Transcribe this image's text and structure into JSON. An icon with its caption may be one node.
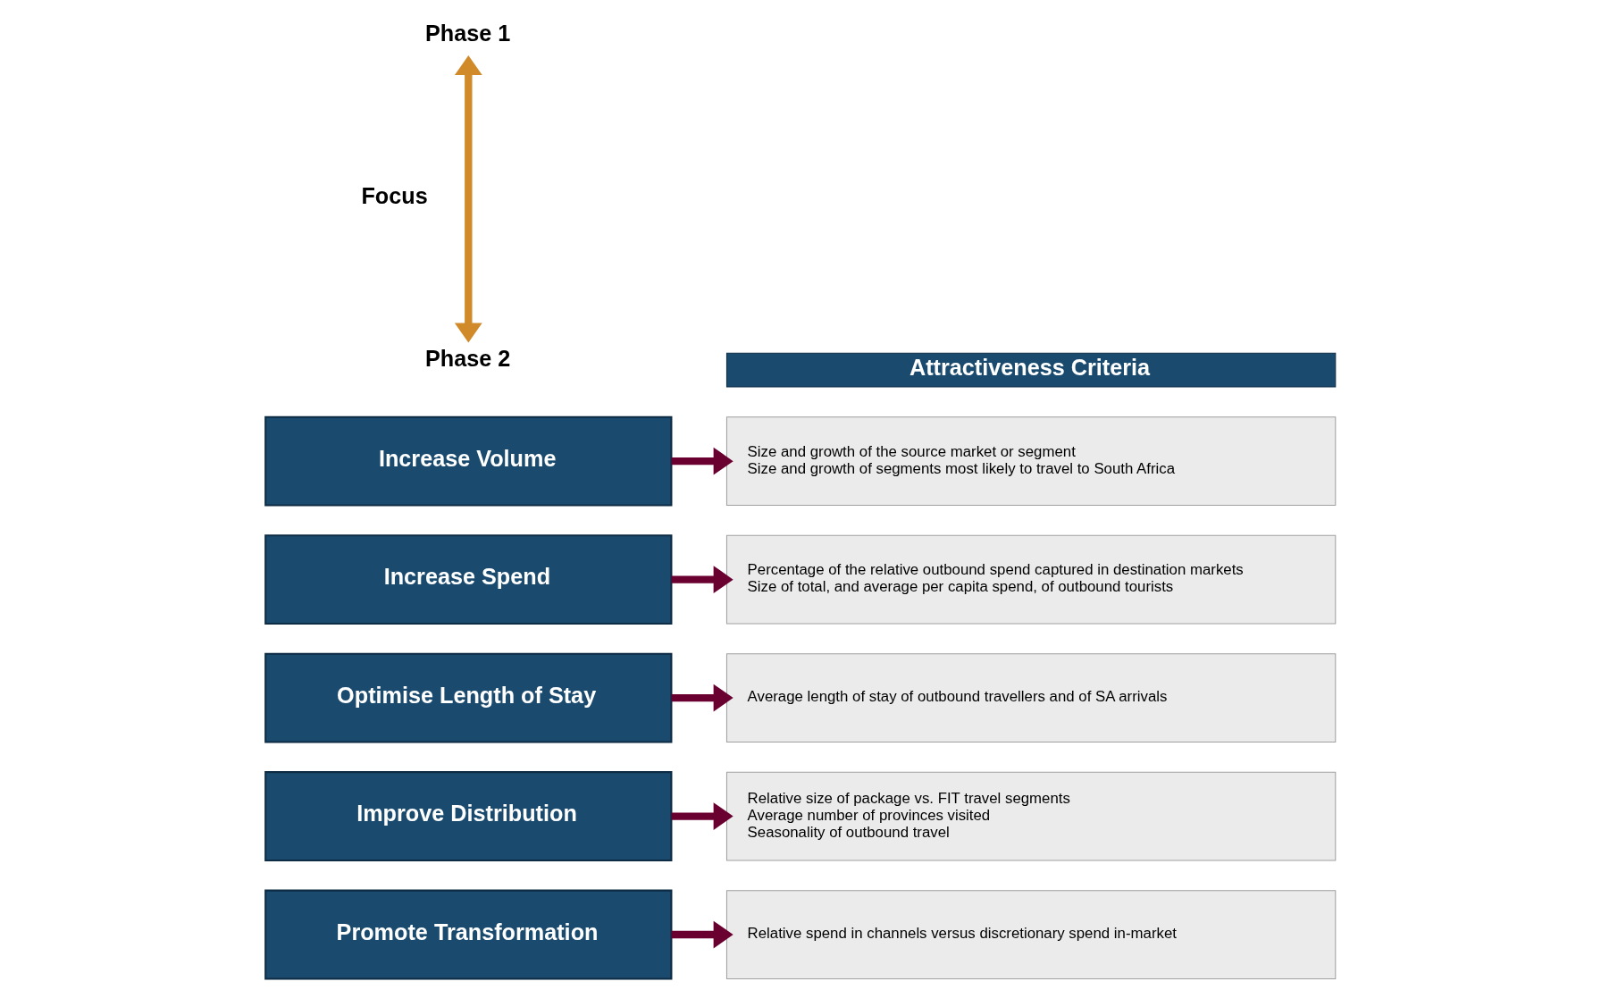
{
  "diagram": {
    "nodes": [
      {
        "text": [
          "Phase 1"
        ]
      },
      {
        "text": [
          "Phase 2"
        ]
      },
      {
        "text": [
          "Attractiveness Criteria"
        ]
      },
      {
        "text": [
          "Increase Volume"
        ]
      },
      {
        "text": [
          "Increase Spend"
        ]
      },
      {
        "text": [
          "Optimise Length of Stay"
        ]
      },
      {
        "text": [
          "Improve Distribution"
        ]
      },
      {
        "text": [
          "Promote Transformation"
        ]
      },
      {
        "text": [
          "Size and growth of the source market or segment",
          "Size and growth of segments most likely to travel to South Africa"
        ]
      },
      {
        "text": [
          "Percentage of the relative outbound spend captured in destination markets",
          "Size of total, and average per capita spend, of outbound tourists"
        ]
      },
      {
        "text": [
          "Average length of stay of outbound travellers and of SA arrivals"
        ]
      },
      {
        "text": [
          "Relative size of package vs. FIT travel segments",
          "Average number of provinces visited",
          "Seasonality of outbound travel"
        ]
      },
      {
        "text": [
          "Relative spend in channels versus discretionary spend in-market"
        ]
      }
    ],
    "edges": [
      {
        "from": 0,
        "to": 1,
        "arrow": "both",
        "label": "Focus",
        "color": "#d08a2a"
      },
      {
        "from": 3,
        "to": 8,
        "arrow": "to"
      },
      {
        "from": 4,
        "to": 9,
        "arrow": "to"
      },
      {
        "from": 5,
        "to": 10,
        "arrow": "to"
      },
      {
        "from": 6,
        "to": 11,
        "arrow": "to"
      },
      {
        "from": 7,
        "to": 12,
        "arrow": "to"
      }
    ]
  }
}
